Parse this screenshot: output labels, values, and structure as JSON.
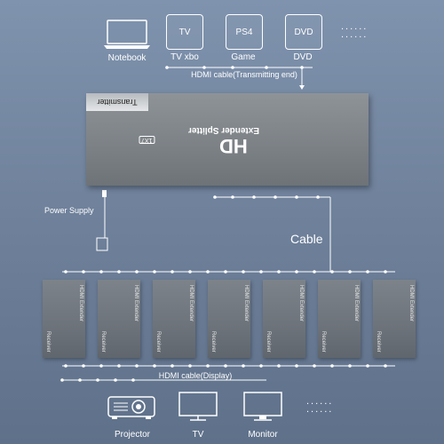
{
  "sources": {
    "notebook_label": "Notebook",
    "tv_box": "TV",
    "tv_label": "TV xbo",
    "ps4_box": "PS4",
    "ps4_label": "Game",
    "dvd_box": "DVD",
    "dvd_label": "DVD",
    "more": "......"
  },
  "hdmi_input_label": "HDMI cable(Transmitting end)",
  "transmitter": {
    "tab": "Transmitter",
    "title_big": "HD",
    "title_main": "Extender Splitter",
    "model": "1X7"
  },
  "power_label": "Power Supply",
  "cable_label": "Cable",
  "receivers": {
    "top_text": "HDMI Extender",
    "bottom_text": "Receiver",
    "count": 7
  },
  "hdmi_output_label": "HDMI cable(Display)",
  "displays": {
    "projector_label": "Projector",
    "tv_label": "TV",
    "monitor_label": "Monitor",
    "more": "......"
  }
}
